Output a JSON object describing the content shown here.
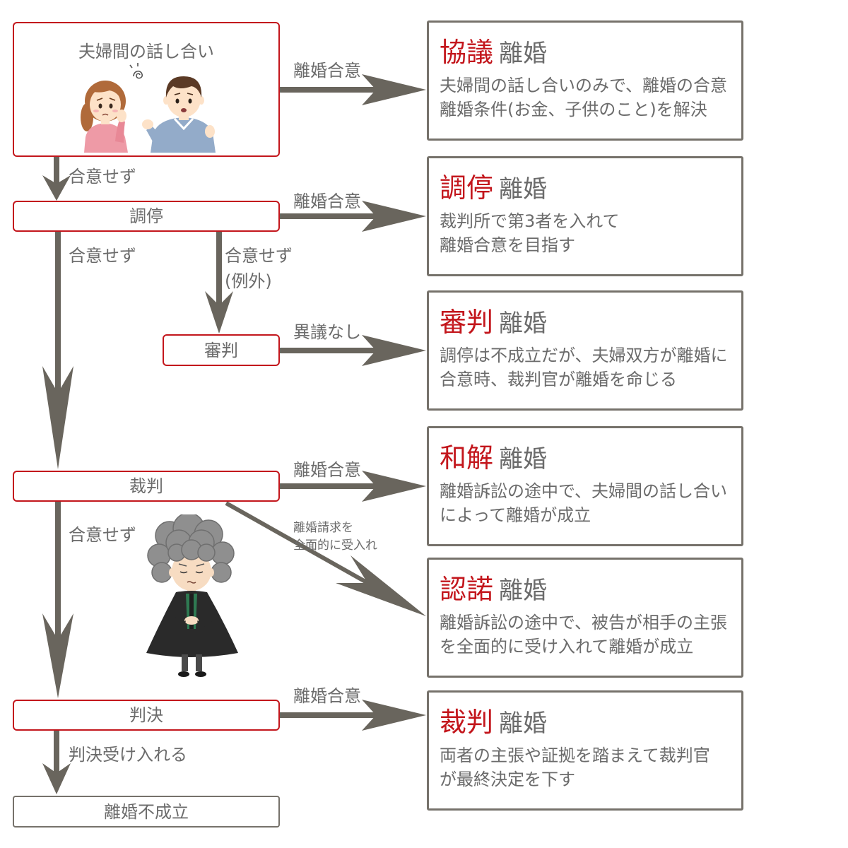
{
  "colors": {
    "accent_red": "#c3161c",
    "arrow": "#69655d",
    "text_gray": "#6b6b6b",
    "border_gray": "#76726b"
  },
  "flow": {
    "discussion": "夫婦間の話し合い",
    "mediation": "調停",
    "adjudication": "審判",
    "trial": "裁判",
    "judgment": "判決",
    "not_established": "離婚不成立"
  },
  "edge_labels": {
    "discussion_agree": "離婚合意",
    "discussion_disagree": "合意せず",
    "mediation_agree": "離婚合意",
    "mediation_disagree": "合意せず",
    "mediation_exception": [
      "合意せず",
      "(例外)"
    ],
    "adjudication_no_objection": "異議なし",
    "trial_agree": "離婚合意",
    "trial_full_acceptance": [
      "離婚請求を",
      "全面的に受入れ"
    ],
    "trial_disagree": "合意せず",
    "judgment_agree": "離婚合意",
    "judgment_accept": "判決受け入れる"
  },
  "outcomes": [
    {
      "type": "協議",
      "suffix": "離婚",
      "description": [
        "夫婦間の話し合いのみで、離婚の合意",
        "離婚条件(お金、子供のこと)を解決"
      ]
    },
    {
      "type": "調停",
      "suffix": "離婚",
      "description": [
        "裁判所で第3者を入れて",
        "離婚合意を目指す"
      ]
    },
    {
      "type": "審判",
      "suffix": "離婚",
      "description": [
        "調停は不成立だが、夫婦双方が離婚に",
        "合意時、裁判官が離婚を命じる"
      ]
    },
    {
      "type": "和解",
      "suffix": "離婚",
      "description": [
        "離婚訴訟の途中で、夫婦間の話し合い",
        "によって離婚が成立"
      ]
    },
    {
      "type": "認諾",
      "suffix": "離婚",
      "description": [
        "離婚訴訟の途中で、被告が相手の主張",
        "を全面的に受け入れて離婚が成立"
      ]
    },
    {
      "type": "裁判",
      "suffix": "離婚",
      "description": [
        "両者の主張や証拠を踏まえて裁判官",
        "が最終決定を下す"
      ]
    }
  ]
}
